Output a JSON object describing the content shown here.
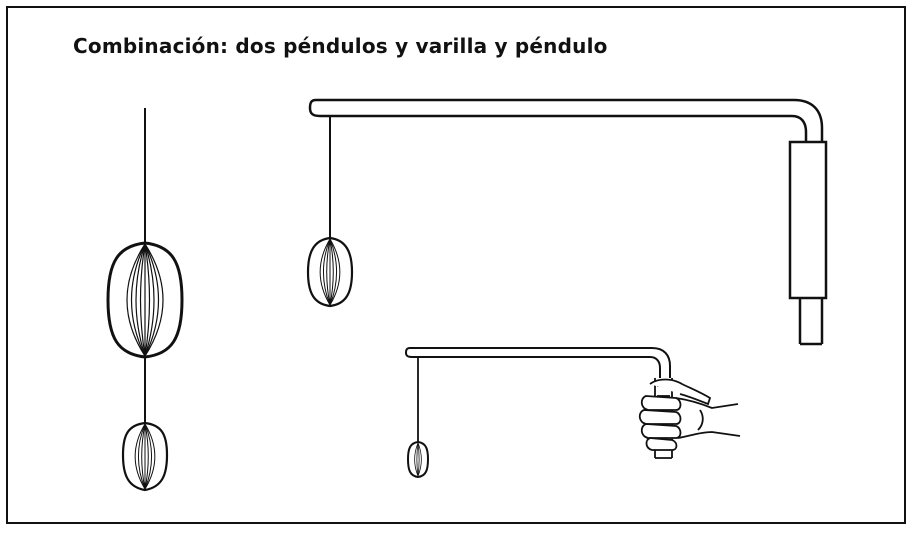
{
  "title": "Combinación: dos péndulos y varilla y péndulo",
  "colors": {
    "ink": "#111111",
    "background": "#ffffff"
  },
  "figures": [
    {
      "name": "double-pendulum",
      "parts": [
        "top-cord",
        "large-bob",
        "connecting-cord",
        "small-bob"
      ]
    },
    {
      "name": "large-rod-pendulum",
      "parts": [
        "rod",
        "handle",
        "cord",
        "bob"
      ]
    },
    {
      "name": "hand-held-rod-pendulum",
      "parts": [
        "rod",
        "grip",
        "hand",
        "cord",
        "bob"
      ]
    }
  ]
}
